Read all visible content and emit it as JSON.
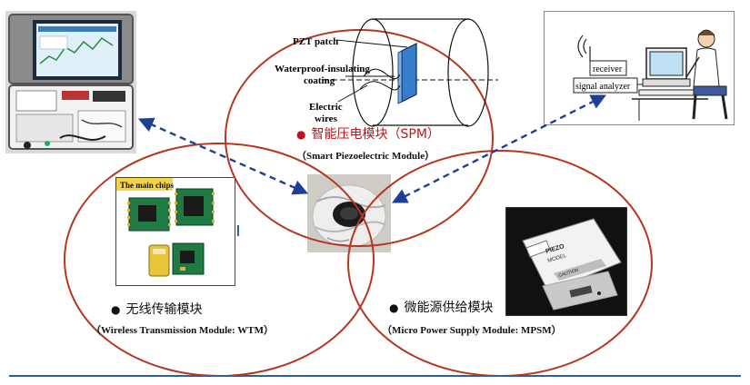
{
  "colors": {
    "circle": "#b5371f",
    "arrow": "#1f3f95",
    "spm_title": "#c0141a",
    "divider": "#2f5ea8"
  },
  "spm": {
    "title": "智能压电模块（SPM）",
    "subtitle": "（Smart Piezoelectric Module）",
    "labels": {
      "pzt": "PZT patch",
      "coating_1": "Waterproof-insulating",
      "coating_2": "coating",
      "wires_1": "Electric",
      "wires_2": "wires"
    }
  },
  "wtm": {
    "title": "无线传输模块",
    "subtitle": "（Wireless Transmission Module: WTM）",
    "chips_label": "The main chips"
  },
  "mpsm": {
    "title": "微能源供给模块",
    "subtitle": "（Micro Power Supply Module: MPSM）",
    "card_line_1": "PIEZO",
    "card_line_2": "MODEL",
    "card_line_3": "CAUTION"
  },
  "receiver": {
    "receiver_label": "receiver",
    "analyzer_label": "signal analyzer"
  }
}
